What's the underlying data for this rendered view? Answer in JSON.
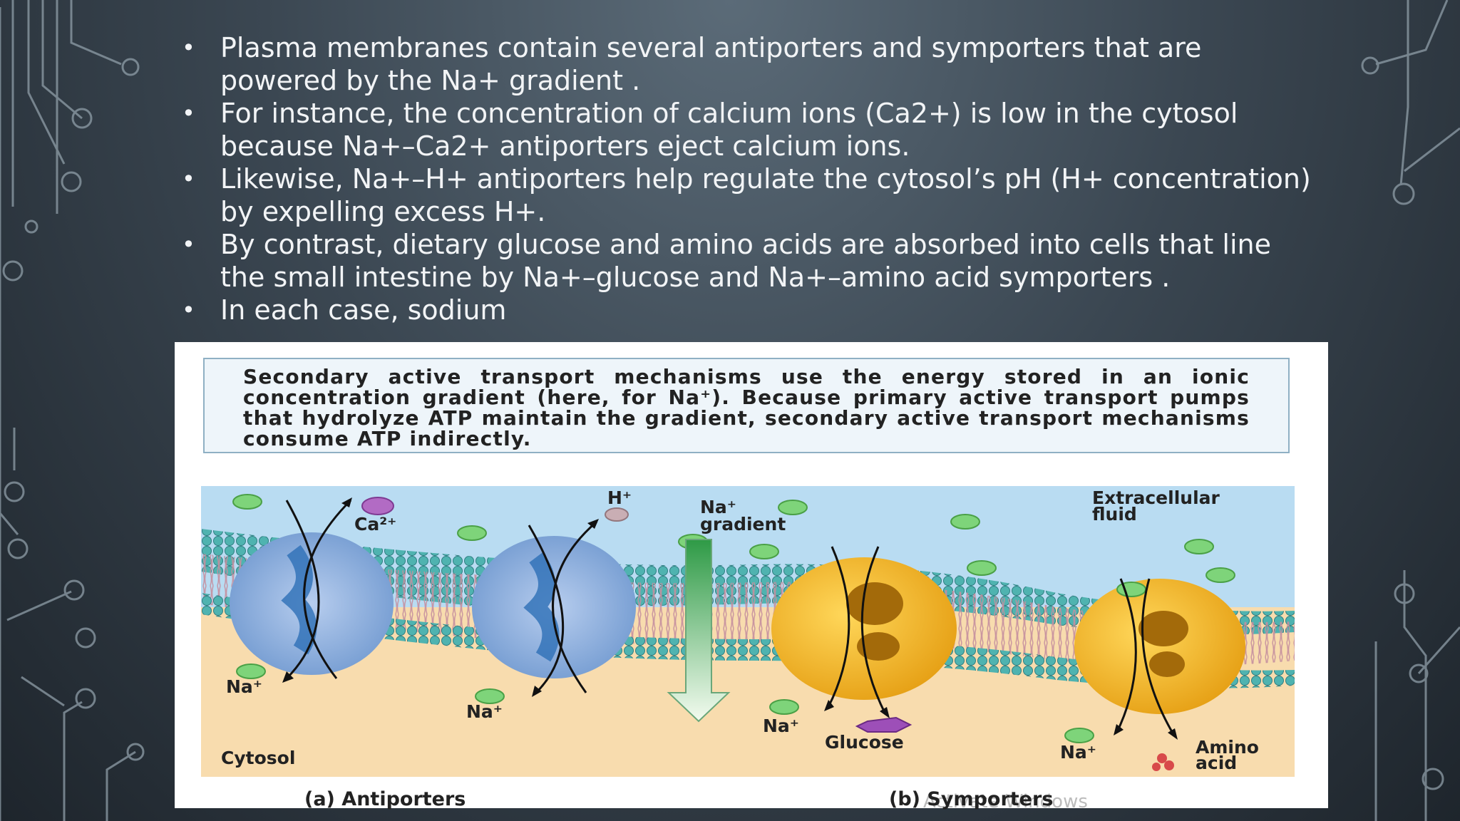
{
  "bullets": [
    "Plasma membranes contain several antiporters and symporters that are powered by the Na+ gradient  .",
    "For instance, the concentration of calcium ions (Ca2+) is low in the cytosol because Na+–Ca2+ antiporters eject calcium ions.",
    "Likewise, Na+–H+ antiporters help regulate the cytosol’s pH (H+ concentration) by expelling excess H+.",
    "By contrast, dietary glucose and amino acids are absorbed into cells that line the small intestine by Na+–glucose and Na+–amino acid symporters .",
    "In each case, sodium"
  ],
  "figure": {
    "caption": "Secondary active transport mechanisms use the energy stored in an ionic concentration gradient (here, for Na⁺). Because primary active transport pumps that hydrolyze ATP maintain the gradient, secondary active transport mechanisms consume ATP indirectly.",
    "labels": {
      "ca": "Ca²⁺",
      "h": "H⁺",
      "na_gradient_1": "Na⁺",
      "na_gradient_2": "gradient",
      "extracellular_1": "Extracellular",
      "extracellular_2": "fluid",
      "na": "Na⁺",
      "glucose": "Glucose",
      "amino_1": "Amino",
      "amino_2": "acid",
      "cytosol": "Cytosol"
    },
    "sub_a": "(a) Antiporters",
    "sub_b": "(b) Symporters",
    "watermark": "Activate Windows"
  },
  "colors": {
    "extracellular": "#b9dcf2",
    "cytosol": "#f8dcae",
    "membrane_head": "#4fb3b0",
    "antiporter": "#8fb3e0",
    "symporter": "#f2b31e",
    "na_ion": "#7ed47a",
    "ca_ion": "#b26bc4",
    "glucose": "#9d4fb8"
  }
}
